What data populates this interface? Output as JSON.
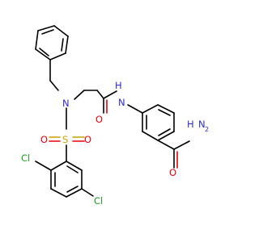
{
  "molecule": {
    "atoms": {
      "n_amine": "N",
      "sulfur": "S",
      "o_sulfonyl_left": "O",
      "o_sulfonyl_right": "O",
      "o_amide_left": "O",
      "nh_amide": "H",
      "nh_amide_n": "N",
      "cl_ortho": "Cl",
      "cl_meta": "Cl",
      "nh2_h": "H",
      "nh2_n": "N",
      "nh2_h2": "2",
      "o_amide_right": "O"
    },
    "colors": {
      "carbon_bond": "#000000",
      "nitrogen": "#2b2bd6",
      "oxygen": "#e8000b",
      "sulfur": "#c9a400",
      "chlorine": "#1f9e1f"
    }
  }
}
